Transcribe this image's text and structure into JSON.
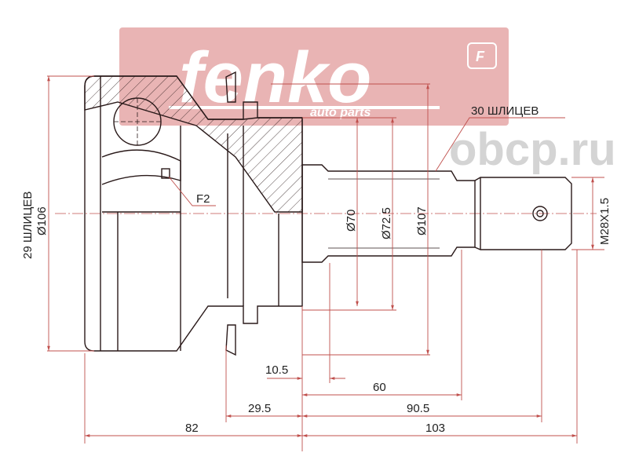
{
  "logo": {
    "brand": "fenko",
    "tagline": "auto parts",
    "badge": "F",
    "background_color": "#e9b4b4"
  },
  "watermark": {
    "text": "obcp.ru"
  },
  "labels": {
    "splines_outer": "30 ШЛИЦЕВ",
    "splines_inner": "29 ШЛИЦЕВ",
    "dia_outer": "Ø106",
    "f2": "F2",
    "dia_70": "Ø70",
    "dia_72_5": "Ø72.5",
    "dia_107": "Ø107",
    "thread": "M28X1.5"
  },
  "dimensions": {
    "d10_5": "10.5",
    "d60": "60",
    "d29_5": "29.5",
    "d90_5": "90.5",
    "d82": "82",
    "d103": "103"
  },
  "colors": {
    "dimension": "#c0504d",
    "outline": "#2a1a1a"
  }
}
